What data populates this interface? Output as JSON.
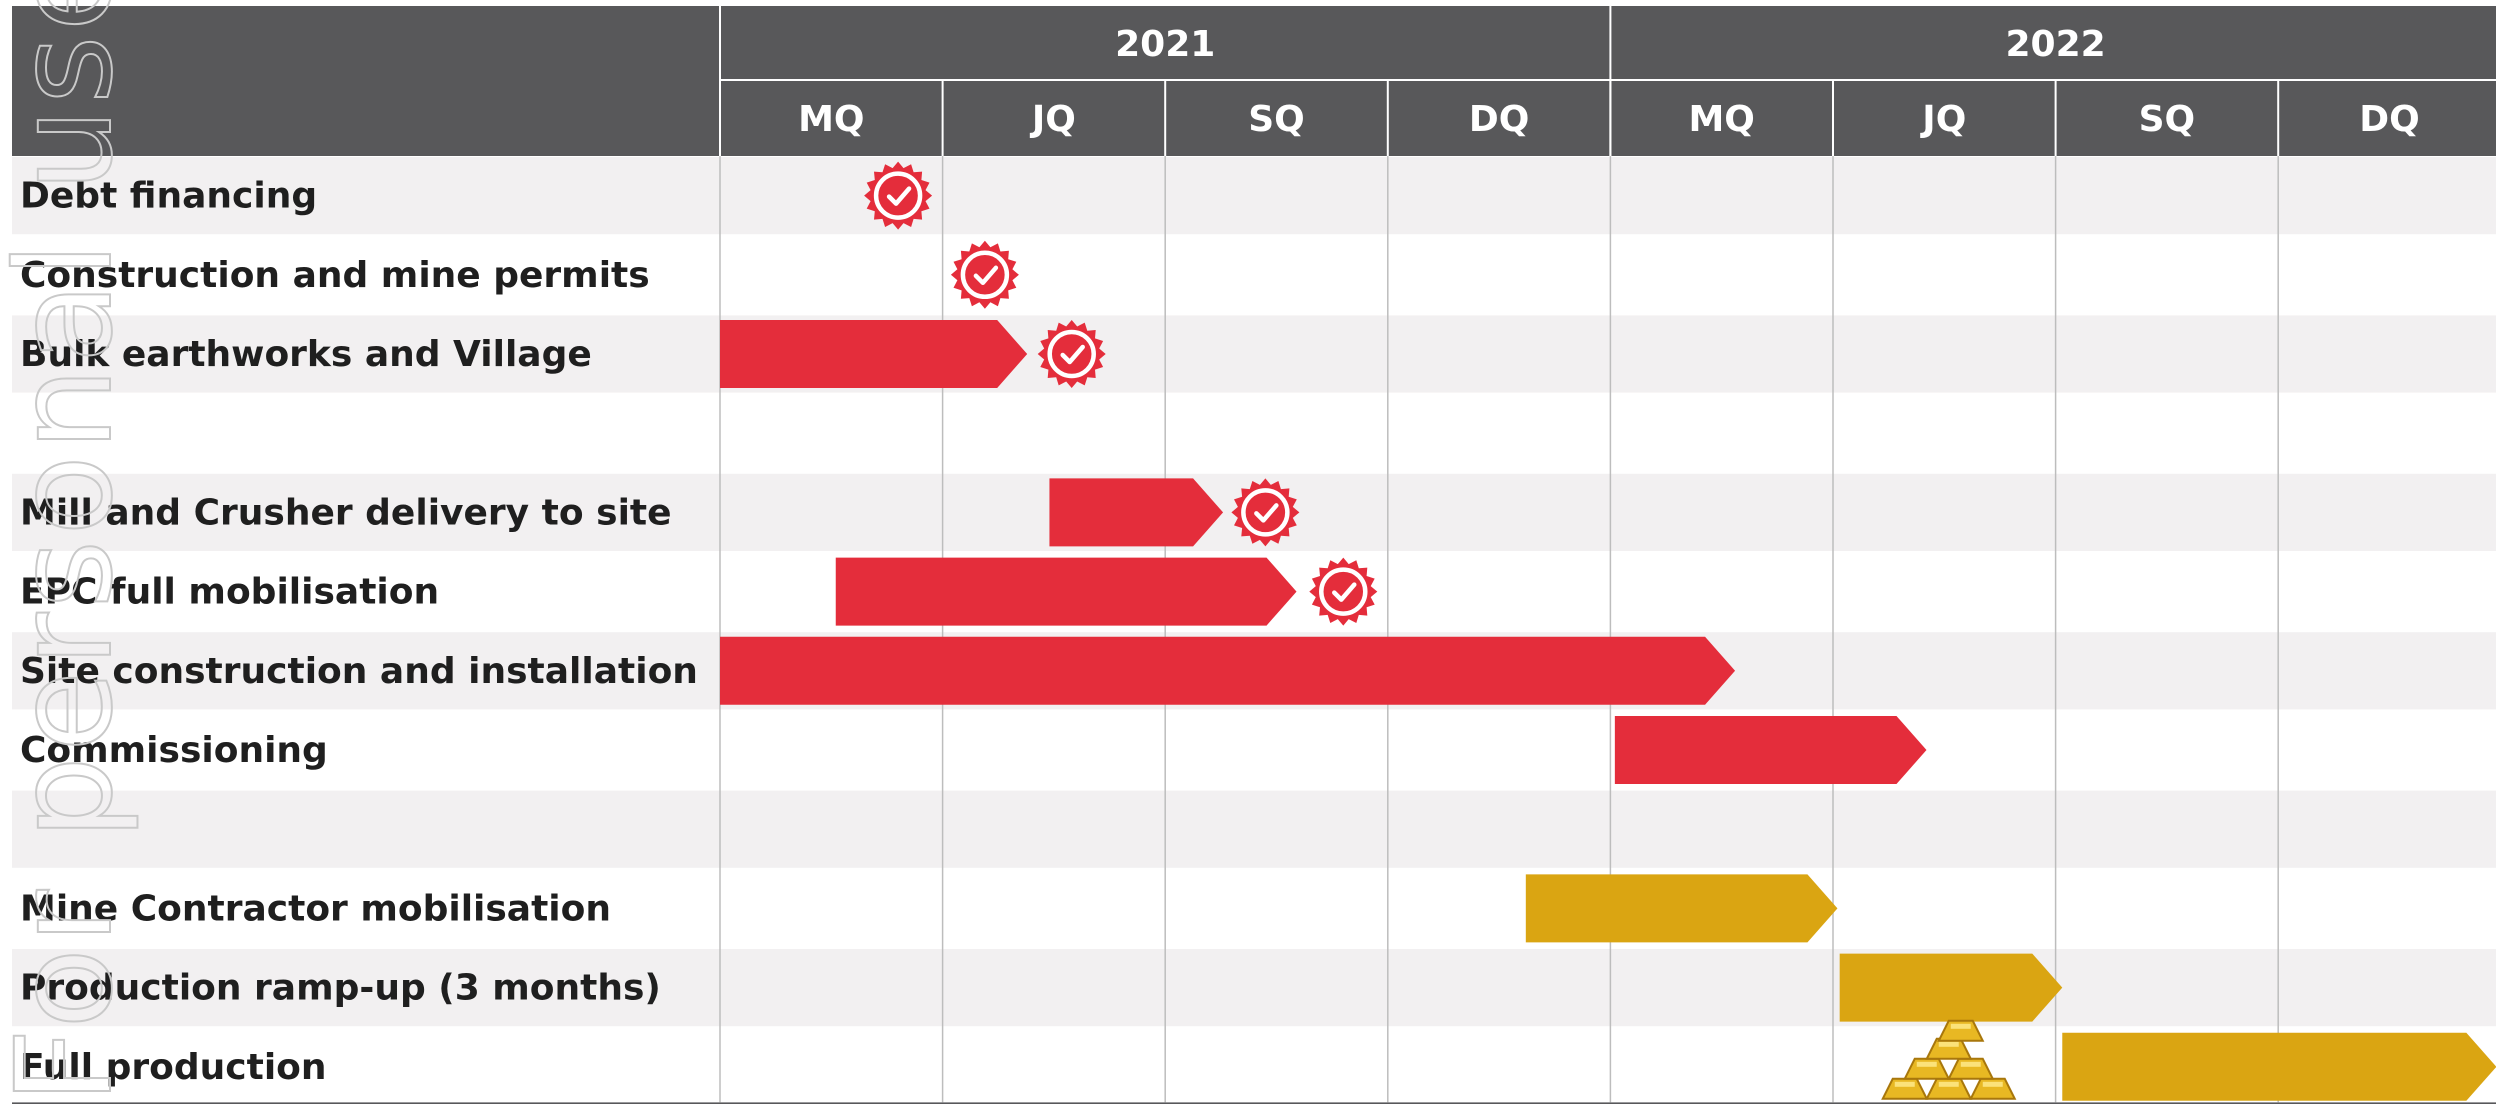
{
  "chart_data": {
    "type": "gantt",
    "years": [
      {
        "label": "2021",
        "quarters": 4
      },
      {
        "label": "2022",
        "quarters": 4
      }
    ],
    "quarter_labels": [
      "MQ",
      "JQ",
      "SQ",
      "DQ",
      "MQ",
      "JQ",
      "SQ",
      "DQ"
    ],
    "rows": [
      {
        "label": "Debt financing",
        "shaded": true
      },
      {
        "label": "Construction and mine permits",
        "shaded": false
      },
      {
        "label": "Bulk earthworks and Village",
        "shaded": true
      },
      {
        "label": "",
        "shaded": false
      },
      {
        "label": "Mill and Crusher delivery to site",
        "shaded": true
      },
      {
        "label": "EPC full mobilisation",
        "shaded": false
      },
      {
        "label": "Site construction and installation",
        "shaded": true
      },
      {
        "label": "Commissioning",
        "shaded": false
      },
      {
        "label": "",
        "shaded": true
      },
      {
        "label": "Mine Contractor mobilisation",
        "shaded": false
      },
      {
        "label": "Production ramp-up (3 months)",
        "shaded": true
      },
      {
        "label": "Full production",
        "shaded": false
      }
    ],
    "bars": [
      {
        "row": 2,
        "start": 0.0,
        "end": 1.38,
        "color": "red"
      },
      {
        "row": 4,
        "start": 1.48,
        "end": 2.26,
        "color": "red"
      },
      {
        "row": 5,
        "start": 0.52,
        "end": 2.59,
        "color": "red"
      },
      {
        "row": 6,
        "start": 0.0,
        "end": 4.56,
        "color": "red"
      },
      {
        "row": 7,
        "start": 4.02,
        "end": 5.42,
        "color": "red"
      },
      {
        "row": 9,
        "start": 3.62,
        "end": 5.02,
        "color": "gold"
      },
      {
        "row": 10,
        "start": 5.03,
        "end": 6.03,
        "color": "gold"
      },
      {
        "row": 11,
        "start": 6.03,
        "end": 7.98,
        "color": "gold"
      }
    ],
    "milestones": [
      {
        "row": 0,
        "at": 0.8,
        "icon": "check-badge-icon"
      },
      {
        "row": 1,
        "at": 1.19,
        "icon": "check-badge-icon"
      },
      {
        "row": 2,
        "at": 1.58,
        "icon": "check-badge-icon"
      },
      {
        "row": 4,
        "at": 2.45,
        "icon": "check-badge-icon"
      },
      {
        "row": 5,
        "at": 2.8,
        "icon": "check-badge-icon"
      },
      {
        "row": 11,
        "at": 5.52,
        "icon": "gold-bars-icon"
      }
    ]
  },
  "colors": {
    "header_bg": "#58585a",
    "header_text": "#ffffff",
    "shaded_row": "#f2f0f1",
    "plain_row": "#ffffff",
    "grid_line": "#bdbdbd",
    "red": "#e42d3b",
    "gold": "#daa512",
    "label_text": "#1f1f1f",
    "bottom_rule": "#58585a",
    "watermark": "#c9c9c9"
  },
  "watermark": {
    "text": "For personal use only"
  }
}
